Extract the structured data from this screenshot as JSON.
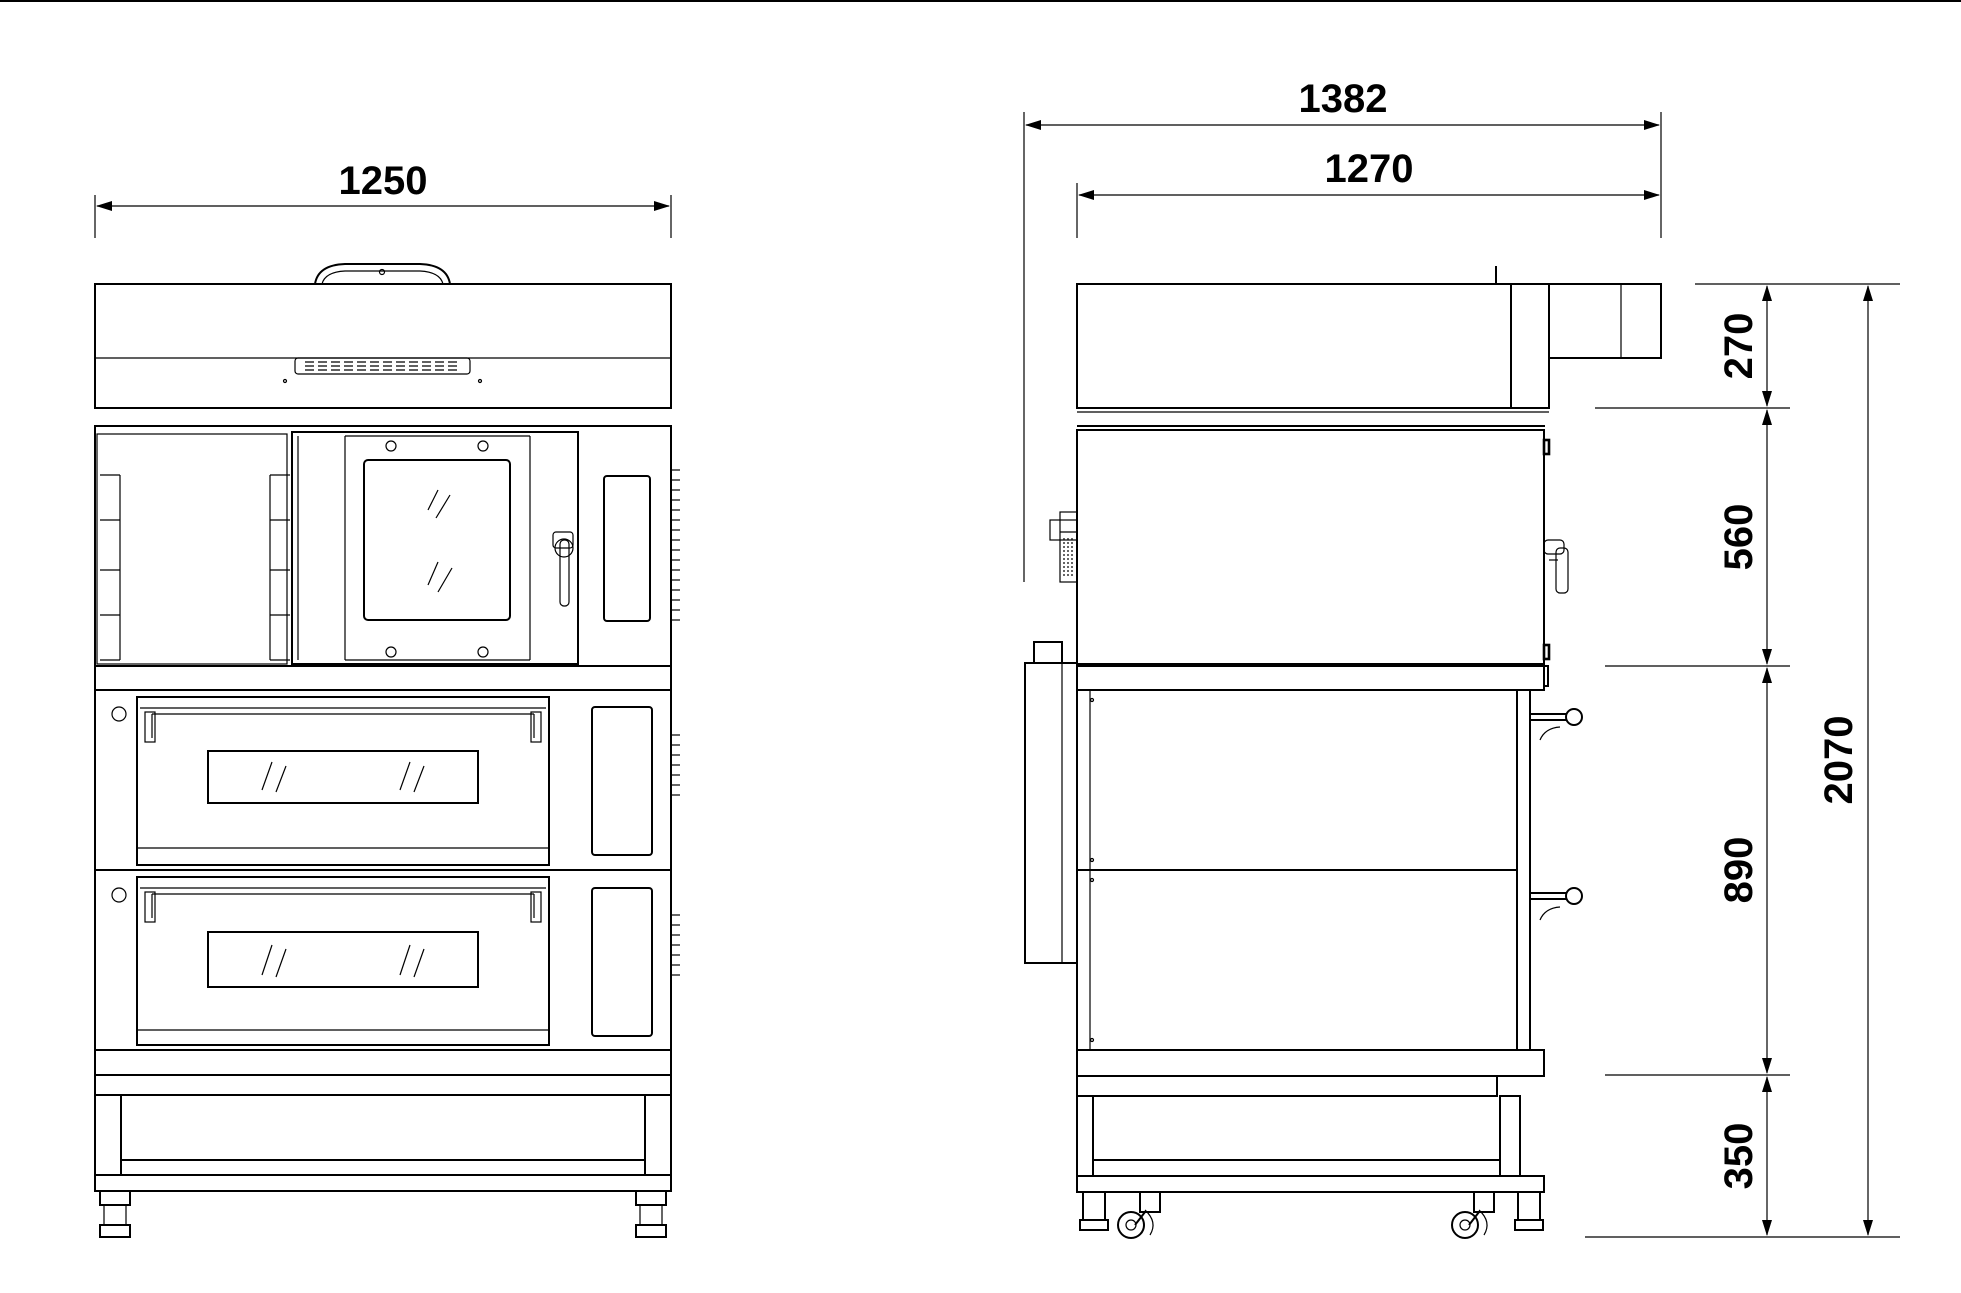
{
  "dimensions": {
    "front_width": "1250",
    "side_total_depth": "1382",
    "side_body_depth": "1270",
    "height_hood": "270",
    "height_convection": "560",
    "height_decks": "890",
    "height_stand": "350",
    "height_total": "2070"
  },
  "colors": {
    "line": "#000000",
    "background": "#ffffff"
  }
}
